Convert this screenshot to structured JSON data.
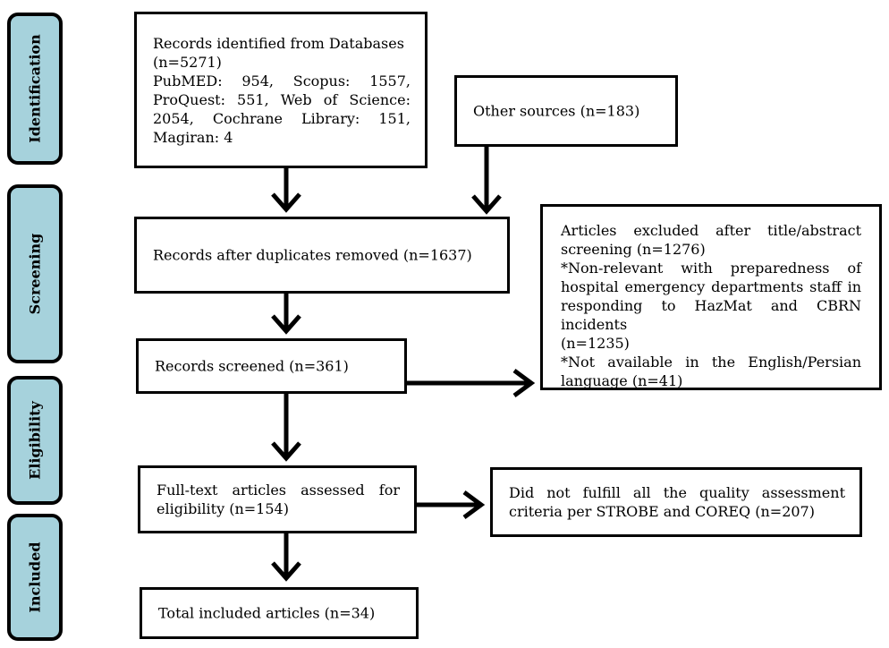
{
  "phases": {
    "identification": "Identification",
    "screening": "Screening",
    "eligibility": "Eligibility",
    "included": "Included"
  },
  "boxes": {
    "databases": {
      "lines": [
        "Records identified from Databases",
        "(n=5271)",
        "PubMED: 954, Scopus: 1557,",
        "ProQuest: 551, Web of Science:",
        "2054, Cochrane Library: 151,",
        "Magiran: 4"
      ]
    },
    "other_sources": {
      "text": "Other sources (n=183)"
    },
    "duplicates_removed": {
      "text": "Records after duplicates removed (n=1637)"
    },
    "excluded_title_abstract": {
      "lines": [
        "Articles excluded after title/abstract",
        "screening (n=1276)",
        "*Non-relevant with preparedness of",
        "hospital emergency departments staff in",
        "responding to HazMat and CBRN incidents",
        "(n=1235)",
        "*Not available in the English/Persian",
        "language (n=41)"
      ]
    },
    "records_screened": {
      "text": "Records screened (n=361)"
    },
    "full_text": {
      "lines": [
        "Full-text articles assessed for",
        "eligibility (n=154)"
      ]
    },
    "quality_excluded": {
      "lines": [
        "Did not fulfill all the quality assessment",
        "criteria per STROBE and COREQ (n=207)"
      ]
    },
    "included_total": {
      "text": "Total included articles (n=34)"
    }
  }
}
